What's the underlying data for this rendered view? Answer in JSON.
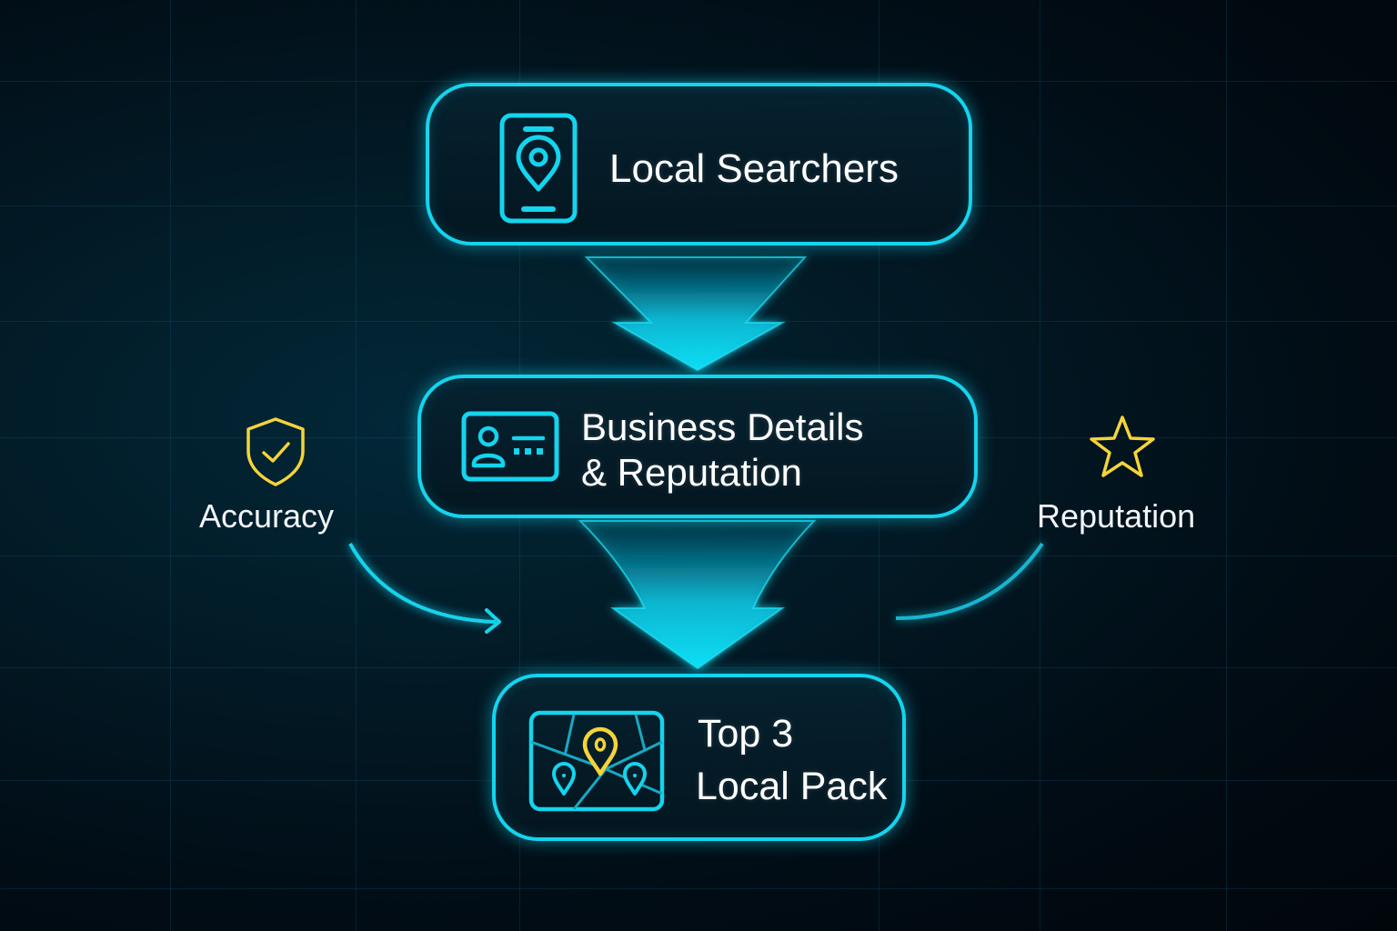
{
  "diagram": {
    "type": "flowchart",
    "background_color": "#021a26",
    "accent_color": "#14d4ee",
    "highlight_color": "#f4d43a",
    "nodes": [
      {
        "id": "local-searchers",
        "label": "Local Searchers",
        "icon": "smartphone-location-icon"
      },
      {
        "id": "business-details",
        "label_line1": "Business Details",
        "label_line2": "& Reputation",
        "icon": "id-card-icon"
      },
      {
        "id": "top-3-local-pack",
        "label_line1": "Top 3",
        "label_line2": "Local Pack",
        "icon": "map-pins-icon"
      }
    ],
    "side_factors": [
      {
        "id": "accuracy",
        "label": "Accuracy",
        "icon": "shield-check-icon"
      },
      {
        "id": "reputation",
        "label": "Reputation",
        "icon": "star-icon"
      }
    ],
    "edges": [
      {
        "from": "local-searchers",
        "to": "business-details",
        "style": "large-down-arrow"
      },
      {
        "from": "business-details",
        "to": "top-3-local-pack",
        "style": "large-down-arrow"
      },
      {
        "from": "accuracy",
        "to": "top-3-local-pack",
        "style": "curved-arrow"
      },
      {
        "from": "reputation",
        "to": "top-3-local-pack",
        "style": "curved-line"
      }
    ]
  }
}
